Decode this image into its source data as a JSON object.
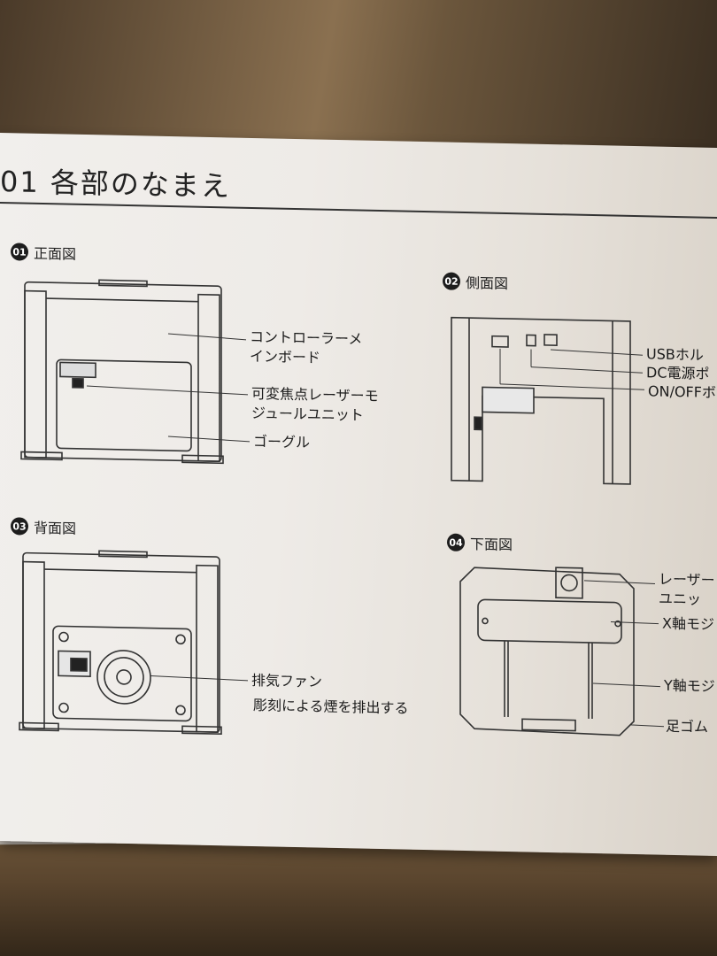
{
  "title": "01 各部のなまえ",
  "sections": [
    {
      "badge": "01",
      "name": "正面図"
    },
    {
      "badge": "02",
      "name": "側面図"
    },
    {
      "badge": "03",
      "name": "背面図"
    },
    {
      "badge": "04",
      "name": "下面図"
    }
  ],
  "front_labels": [
    "コントローラーメ\nインボード",
    "可変焦点レーザーモ\nジュールユニット",
    "ゴーグル"
  ],
  "side_labels": [
    "USBホル",
    "DC電源ポ",
    "ON/OFFボ"
  ],
  "back_labels": [
    "排気ファン",
    "彫刻による煙を排出する"
  ],
  "bottom_labels": [
    "レーザー\nユニッ",
    "X軸モジ",
    "Y軸モジ",
    "足ゴム"
  ]
}
